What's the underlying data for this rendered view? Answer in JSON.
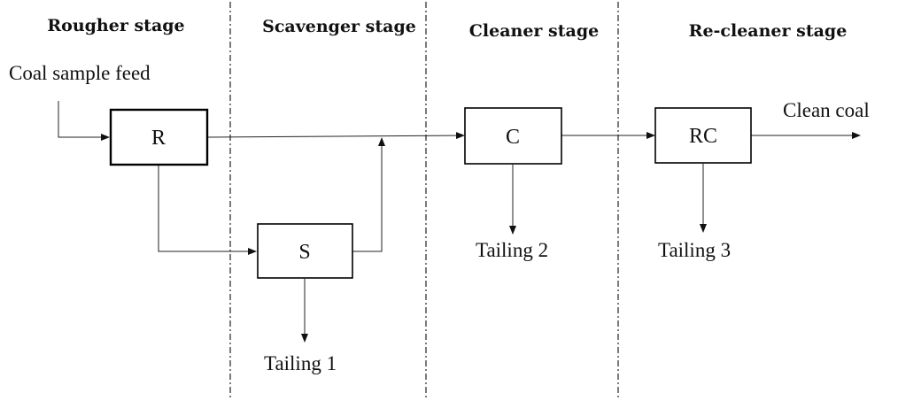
{
  "stages": {
    "rougher": "Rougher stage",
    "scavenger": "Scavenger stage",
    "cleaner": "Cleaner stage",
    "recleaner": "Re-cleaner stage"
  },
  "units": {
    "rougher": "R",
    "scavenger": "S",
    "cleaner": "C",
    "recleaner": "RC"
  },
  "streams": {
    "feed": "Coal sample feed",
    "product": "Clean coal",
    "tailing1": "Tailing 1",
    "tailing2": "Tailing 2",
    "tailing3": "Tailing 3"
  }
}
